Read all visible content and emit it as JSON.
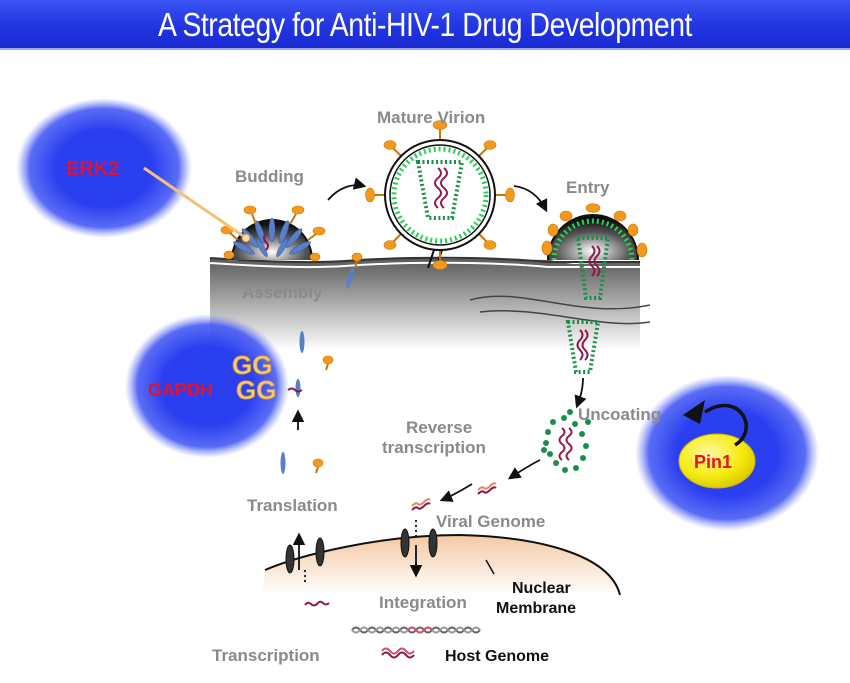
{
  "title": "A Strategy for Anti-HIV-1 Drug Development",
  "labels": {
    "mature_virion": "Mature Virion",
    "budding": "Budding",
    "entry": "Entry",
    "assembly": "Assembly",
    "uncoating": "Uncoating",
    "reverse_transcription_1": "Reverse",
    "reverse_transcription_2": "transcription",
    "translation": "Translation",
    "viral_genome": "Viral Genome",
    "integration": "Integration",
    "nuclear_membrane_1": "Nuclear",
    "nuclear_membrane_2": "Membrane",
    "transcription": "Transcription",
    "host_genome": "Host Genome"
  },
  "proteins": {
    "erk2": "ERK2",
    "gapdh": "GAPDH",
    "gg": "GG",
    "pin1": "Pin1"
  },
  "colors": {
    "title_bar": "#1f33e0",
    "blob_blue": "#2a3ff0",
    "protein_red": "#e8102a",
    "pin1_yellow": "#f7ec12",
    "spike_orange": "#f39a1c",
    "capsid_green": "#1a8f4a",
    "rna_maroon": "#8e1b4a",
    "label_gray": "#8a8a8a",
    "nucleus_fill": "#f8d8bb"
  }
}
